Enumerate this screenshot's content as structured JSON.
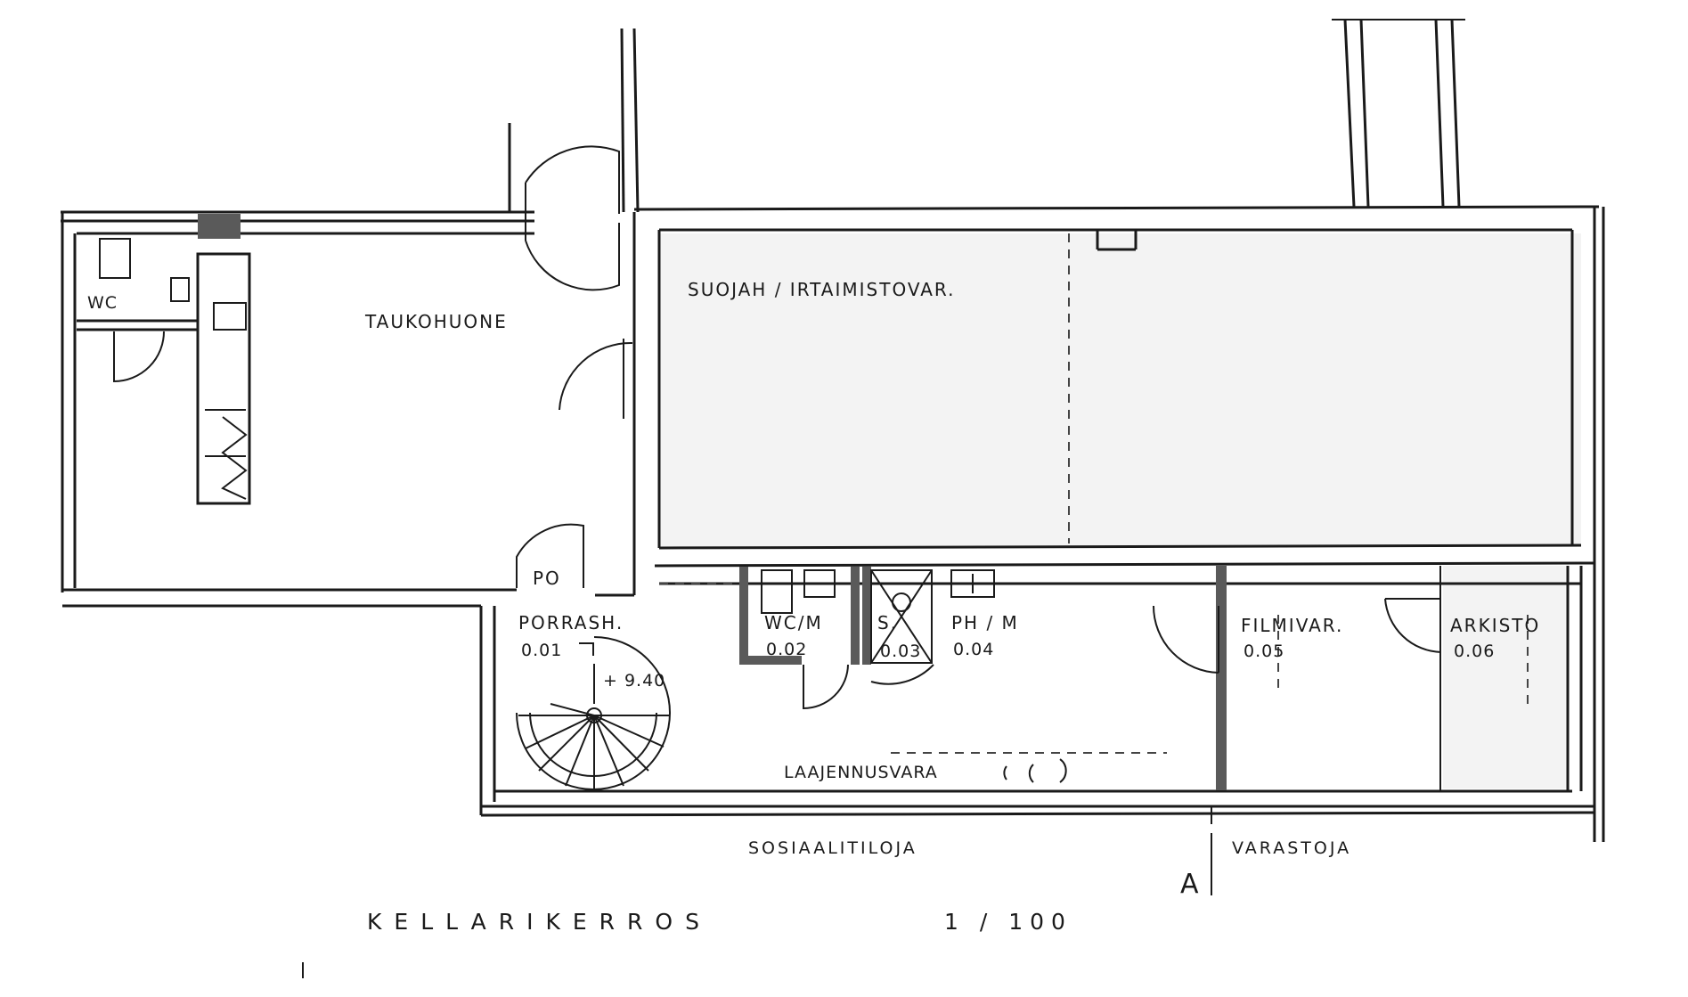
{
  "rooms": {
    "wc_small": "WC",
    "taukohuone": "TAUKOHUONE",
    "suojah": "SUOJAH / IRTAIMISTOVAR.",
    "po": "PO",
    "porrash": "PORRASH.",
    "porrash_num": "0.01",
    "level": "+ 9.40",
    "wcm": "WC/M",
    "wcm_num": "0.02",
    "s": "S.",
    "s_num": "0.03",
    "phm": "PH / M",
    "phm_num": "0.04",
    "filmivar": "FILMIVAR.",
    "filmivar_num": "0.05",
    "arkisto": "ARKISTO",
    "arkisto_num": "0.06",
    "laajennusvara": "LAAJENNUSVARA"
  },
  "zones": {
    "sosiaalitiloja": "SOSIAALITILOJA",
    "varastoja": "VARASTOJA"
  },
  "section_mark": "A",
  "title": "KELLARIKERROS",
  "scale": "1 / 100",
  "colors": {
    "ink": "#1a1a1a",
    "hatch": "#5a5a5a"
  }
}
